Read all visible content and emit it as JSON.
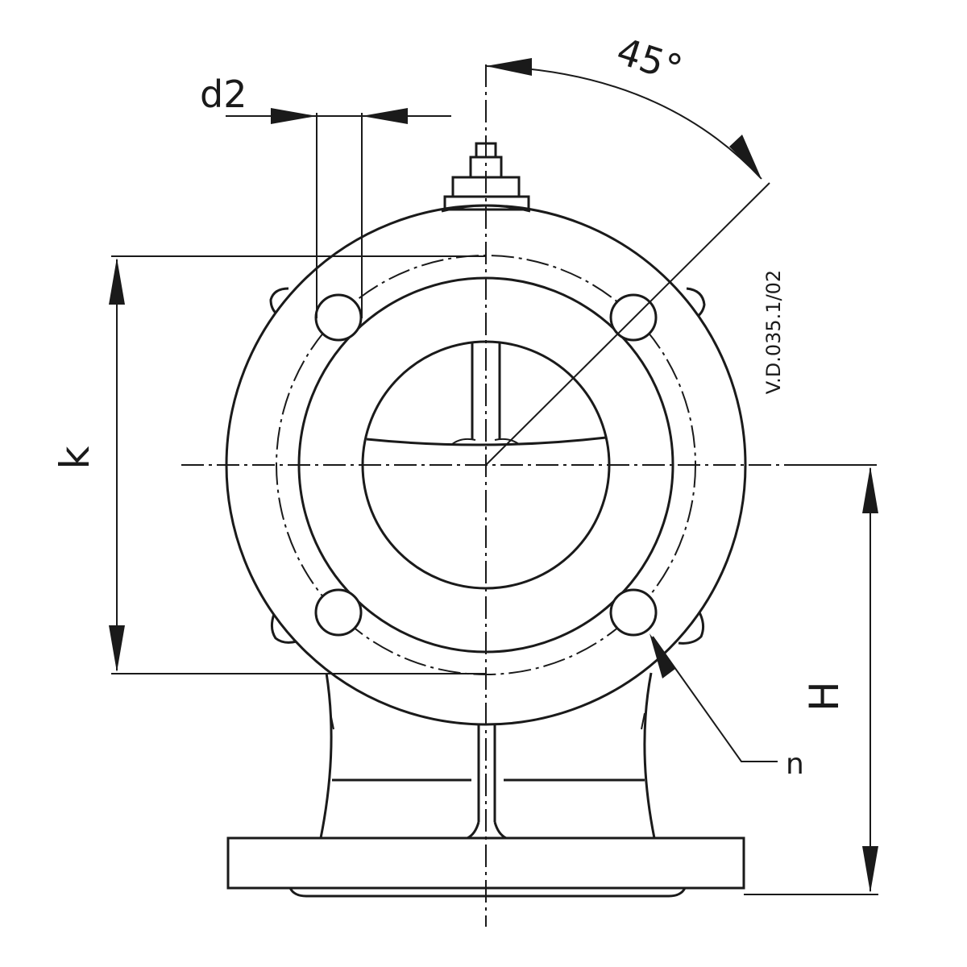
{
  "labels": {
    "d2": "d2",
    "angle": "45°",
    "k": "k",
    "H": "H",
    "n": "n",
    "drawing_code": "V.D.035.1/02"
  }
}
